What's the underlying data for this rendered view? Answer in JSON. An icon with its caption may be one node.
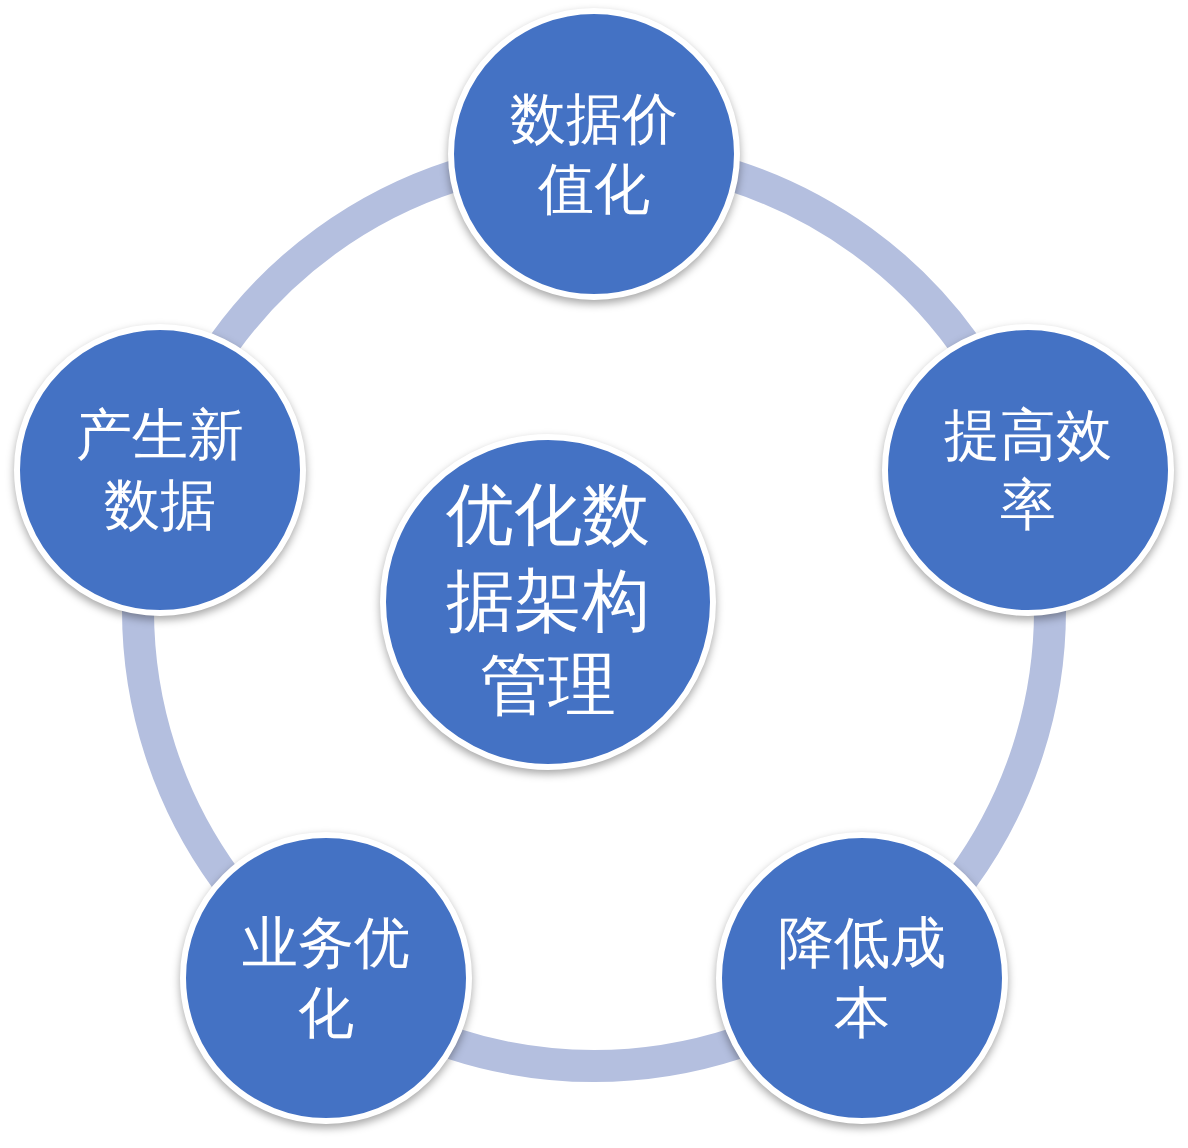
{
  "diagram": {
    "nodes": [
      {
        "text": [
          "优化数据架构管理"
        ]
      },
      {
        "text": [
          "数据价值化"
        ]
      },
      {
        "text": [
          "提高效率"
        ]
      },
      {
        "text": [
          "降低成本"
        ]
      },
      {
        "text": [
          "业务优化"
        ]
      },
      {
        "text": [
          "产生新数据"
        ]
      }
    ],
    "edges": [
      {
        "from": 1,
        "to": 2,
        "arrow": "none"
      },
      {
        "from": 2,
        "to": 3,
        "arrow": "none"
      },
      {
        "from": 3,
        "to": 4,
        "arrow": "none"
      },
      {
        "from": 4,
        "to": 5,
        "arrow": "none"
      },
      {
        "from": 5,
        "to": 1,
        "arrow": "none"
      }
    ]
  }
}
